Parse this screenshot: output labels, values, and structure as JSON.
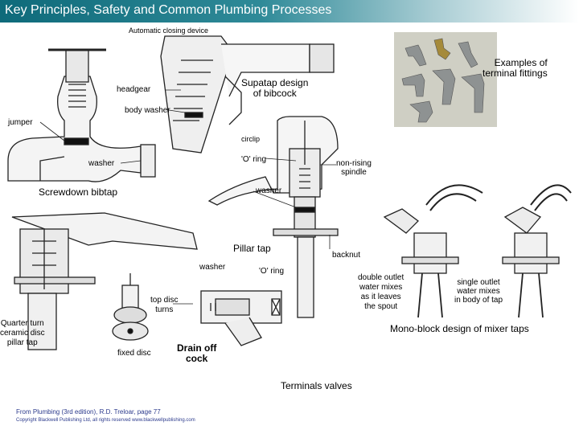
{
  "header": {
    "title": "Key Principles, Safety and Common Plumbing Processes"
  },
  "labels": {
    "automatic_closing_device": "Automatic closing device",
    "examples_terminal": "Examples of\nterminal fittings",
    "headgear": "headgear",
    "supatap": "Supatap design\nof bibcock",
    "body_washer": "body washer",
    "jumper": "jumper",
    "circlip": "circlip",
    "o_ring_1": "'O' ring",
    "washer_1": "washer",
    "non_rising": "non-rising\nspindle",
    "screwdown": "Screwdown bibtap",
    "washer_2": "washer",
    "pillar_tap": "Pillar tap",
    "backnut": "backnut",
    "washer_3": "washer",
    "o_ring_2": "'O' ring",
    "double_outlet": "double outlet\nwater mixes\nas it leaves\nthe spout",
    "single_outlet": "single outlet\nwater mixes\nin body of tap",
    "top_disc": "top disc\nturns",
    "quarter_turn": "Quarter turn\nceramic disc\npillar tap",
    "mono_block": "Mono-block design of mixer taps",
    "fixed_disc": "fixed disc",
    "drain_off": "Drain off\ncock",
    "terminals_valves": "Terminals valves"
  },
  "footer": {
    "source": "From Plumbing (3rd edition), R.D. Treloar, page 77",
    "copyright": "Copyright Blackwell Publishing Ltd, all rights reserved  www.blackwellpublishing.com"
  }
}
